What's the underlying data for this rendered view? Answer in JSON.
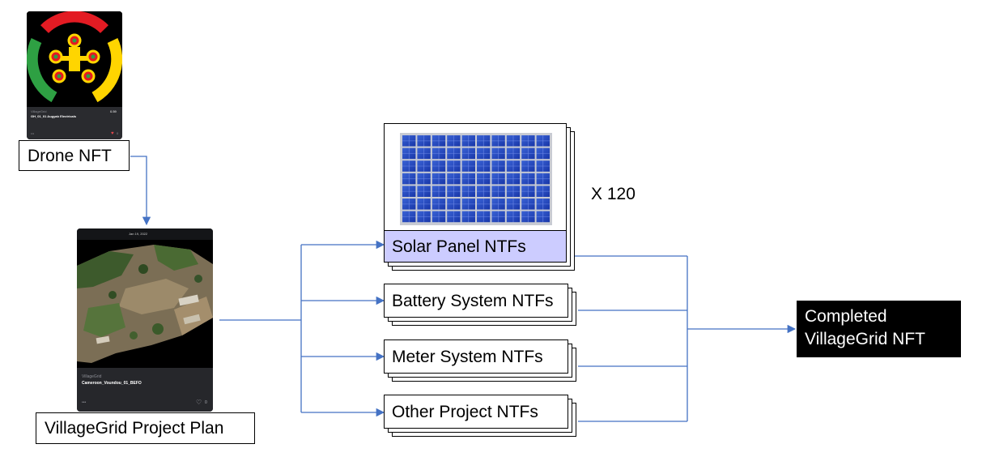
{
  "diagram": {
    "drone_nft": {
      "label": "Drone NFT",
      "card_creator": "VillageGrid",
      "card_title": "GH_01_01 Augyab Electricals",
      "card_price": "0.59",
      "card_likes": "0"
    },
    "project_plan": {
      "label": "VillageGrid Project Plan",
      "card_date": "Jan 19, 2022",
      "card_creator": "VillageGrid",
      "card_title": "Cameroon_Voundou_01_BEFO",
      "card_likes": "0"
    },
    "nft_types": [
      {
        "label": "Solar Panel NTFs",
        "highlight_color": "#ccccff"
      },
      {
        "label": "Battery System NTFs"
      },
      {
        "label": "Meter System NTFs"
      },
      {
        "label": "Other Project NTFs"
      }
    ],
    "solar_multiplier": "X 120",
    "result": {
      "line1": "Completed",
      "line2": "VillageGrid NFT"
    },
    "colors": {
      "connector": "#4472c4",
      "result_bg": "#000000",
      "result_text": "#ffffff"
    }
  }
}
